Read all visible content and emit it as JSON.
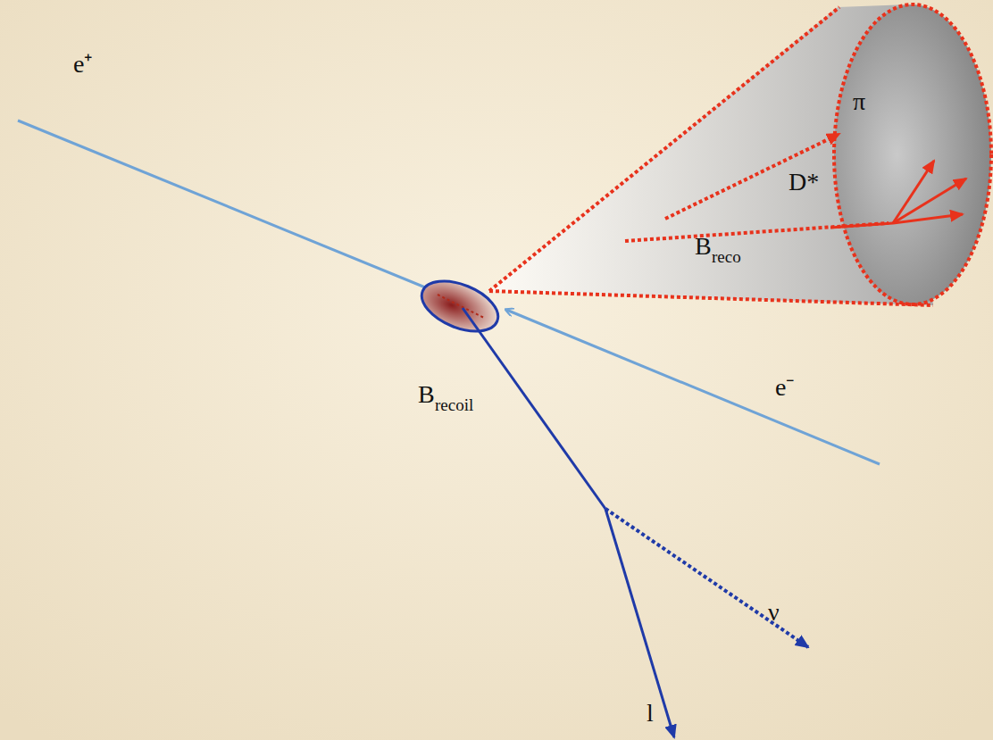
{
  "diagram": {
    "labels": [
      "e⁺",
      "e⁻",
      "π",
      "D*",
      "B",
      "reco",
      "B",
      "recoil",
      "ν",
      "l"
    ]
  }
}
